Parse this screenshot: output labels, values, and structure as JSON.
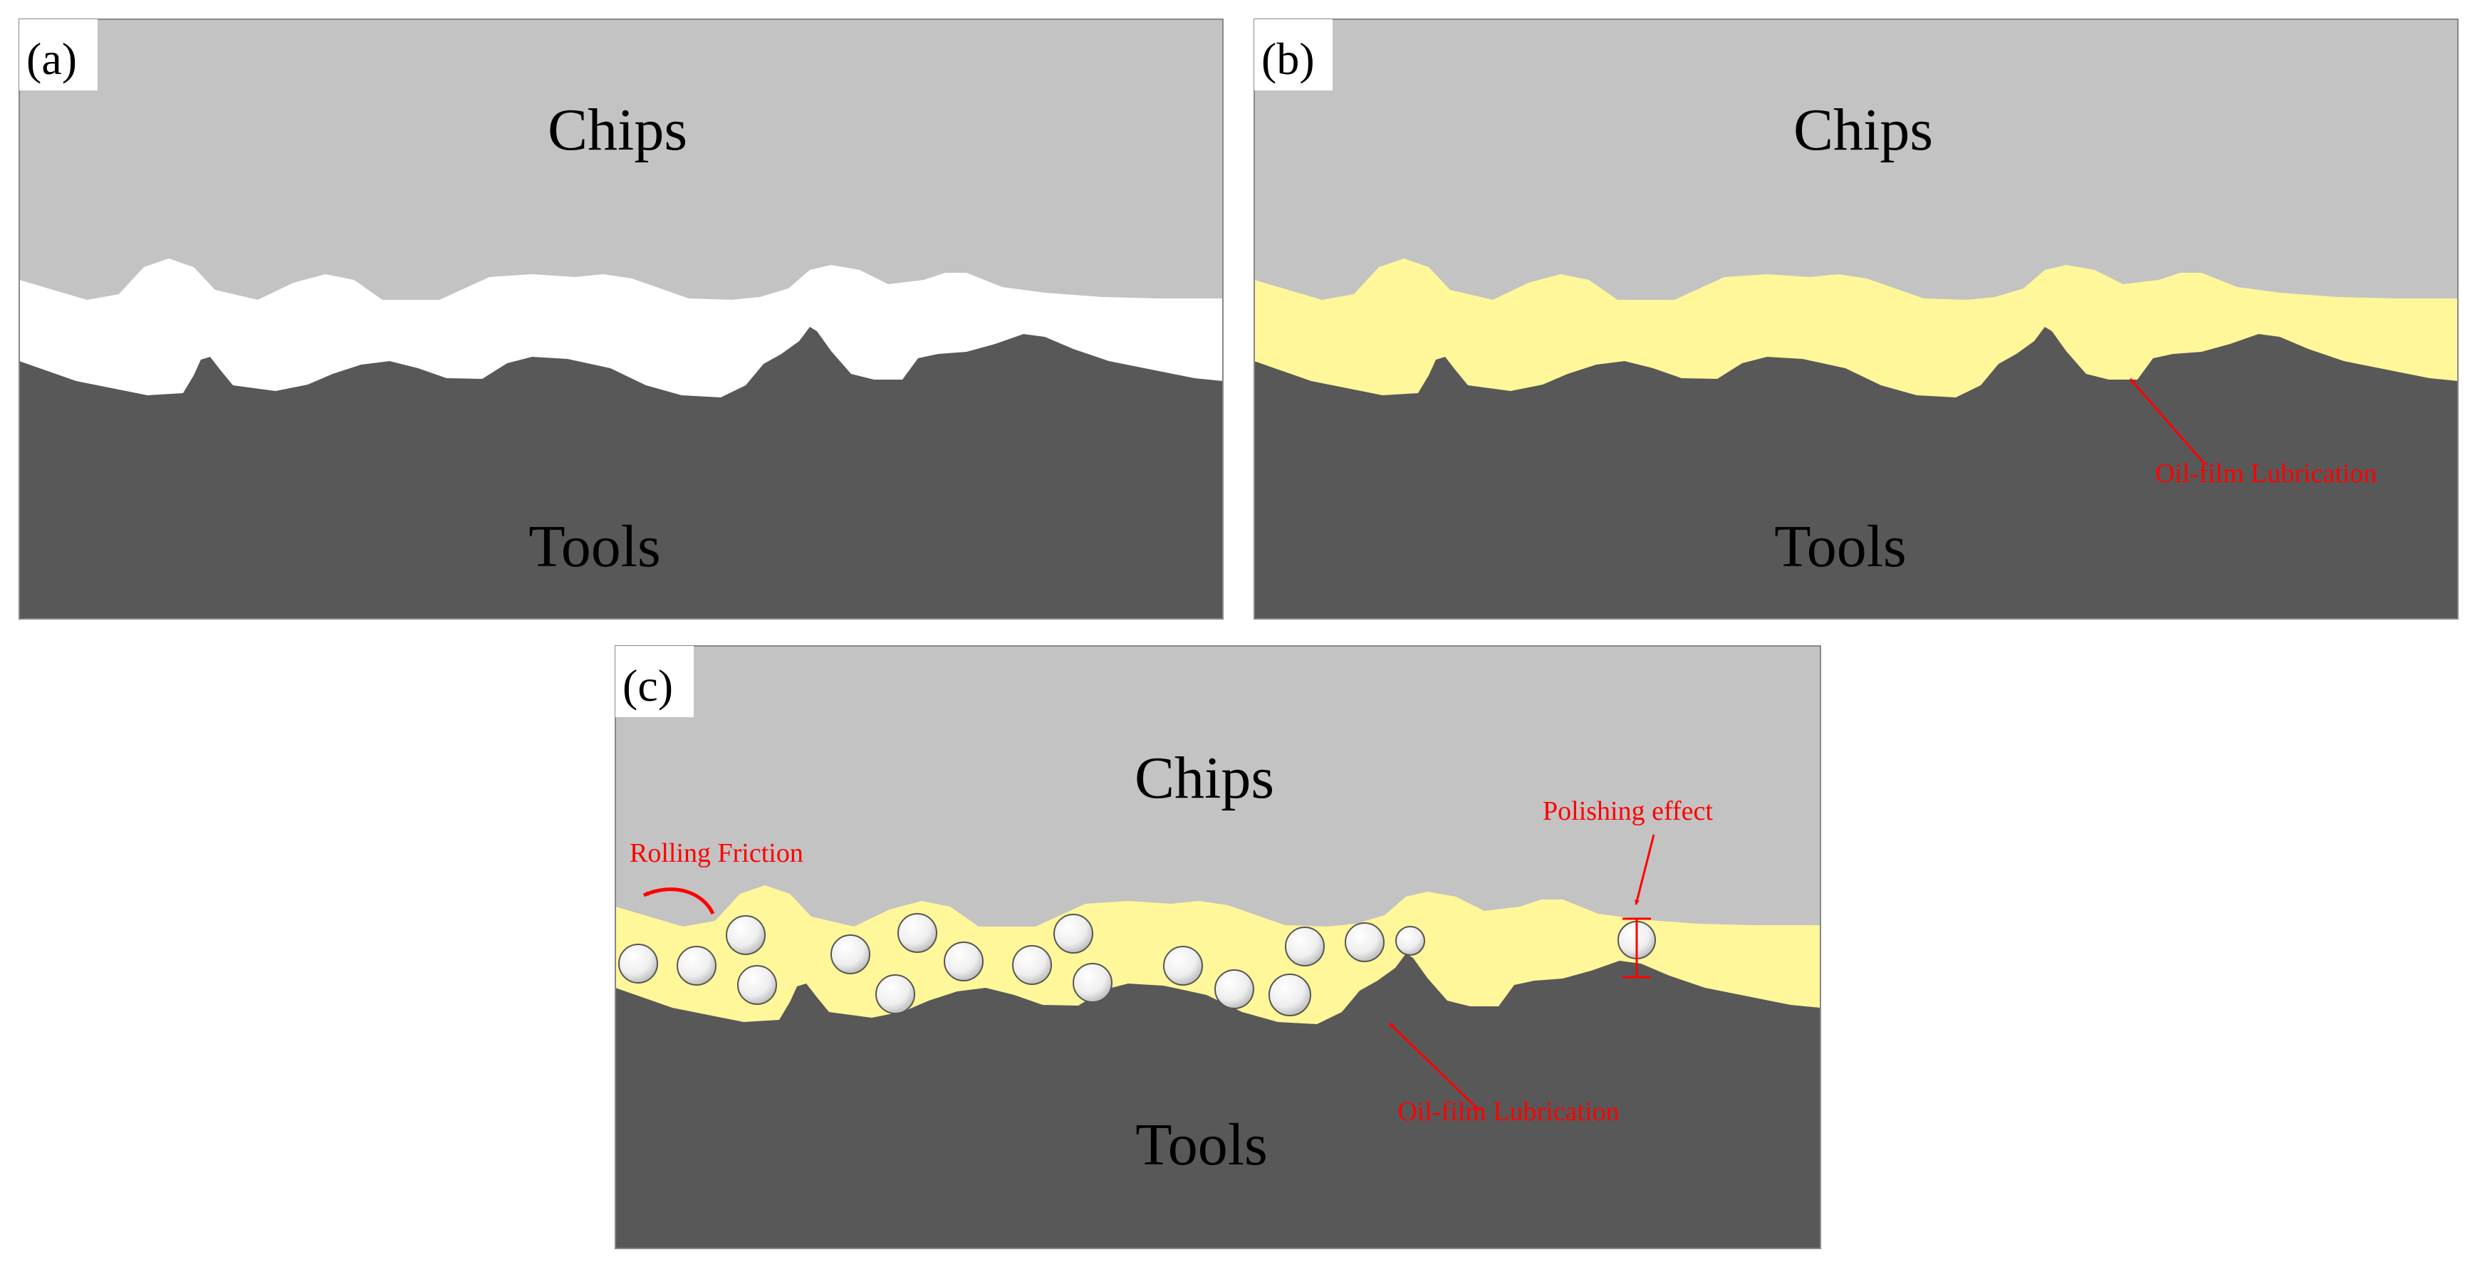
{
  "panels": [
    {
      "label": "(a)",
      "top": "Chips",
      "bottom": "Tools"
    },
    {
      "label": "(b)",
      "top": "Chips",
      "bottom": "Tools",
      "annotation": "Oil-film Lubrication"
    },
    {
      "label": "(c)",
      "top": "Chips",
      "bottom": "Tools",
      "annotations": {
        "rolling": "Rolling Friction",
        "polishing": "Polishing effect",
        "oil": "Oil-film Lubrication"
      }
    }
  ],
  "colors": {
    "chip": "#c3c3c3",
    "tool": "#585858",
    "gap": "#ffffff",
    "oil": "#fff799",
    "annotation": "#ff0000",
    "particle_fill": "#eeeeee",
    "particle_stroke": "#555555"
  },
  "icons": [
    "curved-arrow-icon",
    "arrow-icon",
    "measure-bracket-icon",
    "particle-icon"
  ]
}
